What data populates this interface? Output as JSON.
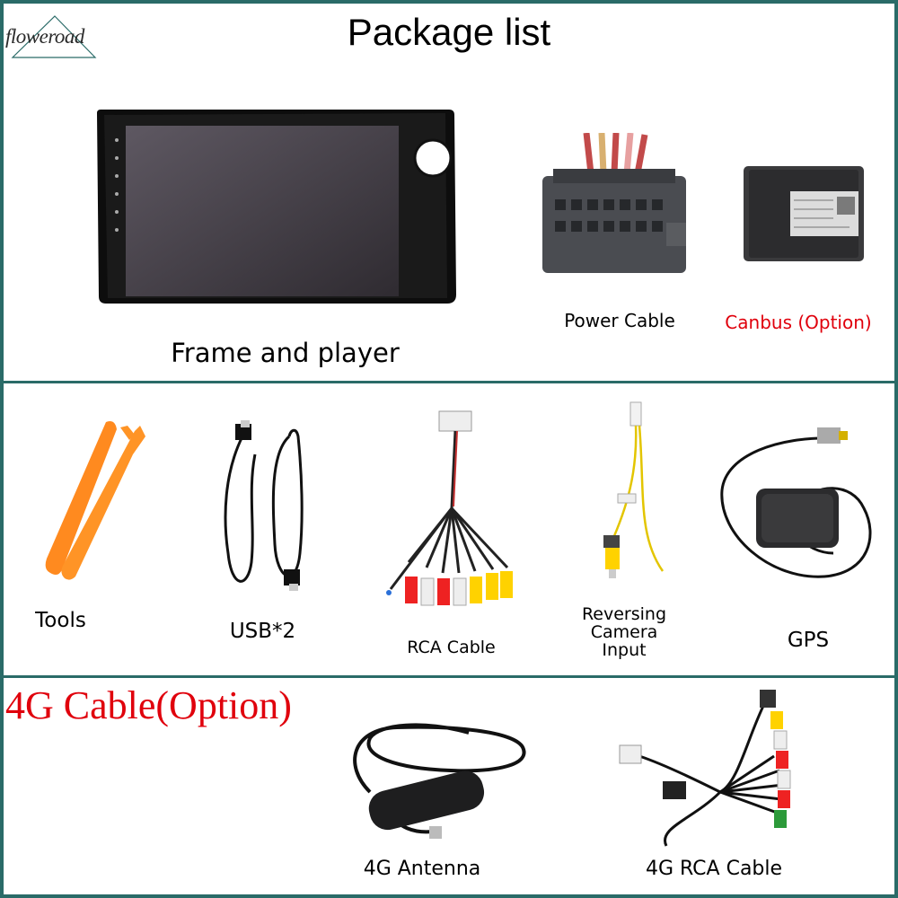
{
  "header": {
    "title": "Package list",
    "logo_text": "floweroad"
  },
  "section1": {
    "items": [
      {
        "label": "Frame and player",
        "icon": "car-stereo-image"
      },
      {
        "label": "Power Cable",
        "icon": "power-connector-image"
      },
      {
        "label": "Canbus (Option)",
        "icon": "canbus-box-image"
      }
    ]
  },
  "section2": {
    "items": [
      {
        "label": "Tools",
        "icon": "pry-tools-image"
      },
      {
        "label": "USB*2",
        "icon": "usb-cable-image"
      },
      {
        "label": "RCA Cable",
        "icon": "rca-cable-image"
      },
      {
        "label_lines": [
          "Reversing",
          "Camera",
          "Input"
        ],
        "icon": "reverse-camera-cable-image"
      },
      {
        "label": "GPS",
        "icon": "gps-antenna-image"
      }
    ]
  },
  "section3": {
    "title": "4G Cable(Option)",
    "items": [
      {
        "label": "4G Antenna",
        "icon": "4g-antenna-image"
      },
      {
        "label": "4G RCA Cable",
        "icon": "4g-rca-cable-image"
      }
    ]
  },
  "colors": {
    "border": "#2a6b68",
    "option_red": "#e0000c",
    "tool_orange": "#ff8a1f"
  }
}
